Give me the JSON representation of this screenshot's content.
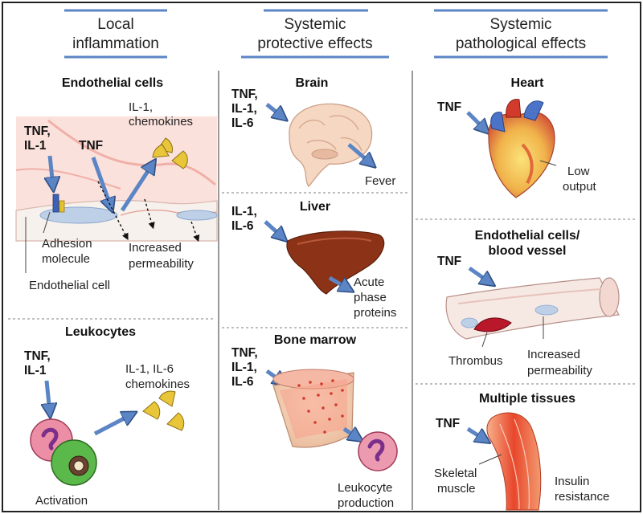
{
  "columns": [
    {
      "title_line1": "Local",
      "title_line2": "inflammation"
    },
    {
      "title_line1": "Systemic",
      "title_line2": "protective effects"
    },
    {
      "title_line1": "Systemic",
      "title_line2": "pathological effects"
    }
  ],
  "local": {
    "endothelial": {
      "title": "Endothelial cells",
      "cytokines_left": [
        "TNF,",
        "IL-1"
      ],
      "tnf": "TNF",
      "released": [
        "IL-1,",
        "chemokines"
      ],
      "adhesion": [
        "Adhesion",
        "molecule"
      ],
      "permeability": [
        "Increased",
        "permeability"
      ],
      "endothelial_cell": "Endothelial cell"
    },
    "leukocytes": {
      "title": "Leukocytes",
      "cytokines": [
        "TNF,",
        "IL-1"
      ],
      "released": [
        "IL-1, IL-6",
        "chemokines"
      ],
      "activation": "Activation"
    }
  },
  "protective": {
    "brain": {
      "title": "Brain",
      "cytokines": [
        "TNF,",
        "IL-1,",
        "IL-6"
      ],
      "effect": "Fever"
    },
    "liver": {
      "title": "Liver",
      "cytokines": [
        "IL-1,",
        "IL-6"
      ],
      "effect": [
        "Acute",
        "phase",
        "proteins"
      ]
    },
    "bone_marrow": {
      "title": "Bone marrow",
      "cytokines": [
        "TNF,",
        "IL-1,",
        "IL-6"
      ],
      "effect": [
        "Leukocyte",
        "production"
      ]
    }
  },
  "pathological": {
    "heart": {
      "title": "Heart",
      "cytokine": "TNF",
      "effect": [
        "Low",
        "output"
      ]
    },
    "vessel": {
      "title": [
        "Endothelial cells/",
        "blood vessel"
      ],
      "cytokine": "TNF",
      "thrombus": "Thrombus",
      "effect": [
        "Increased",
        "permeability"
      ]
    },
    "tissues": {
      "title": "Multiple tissues",
      "cytokine": "TNF",
      "muscle": [
        "Skeletal",
        "muscle"
      ],
      "effect": [
        "Insulin",
        "resistance"
      ]
    }
  }
}
